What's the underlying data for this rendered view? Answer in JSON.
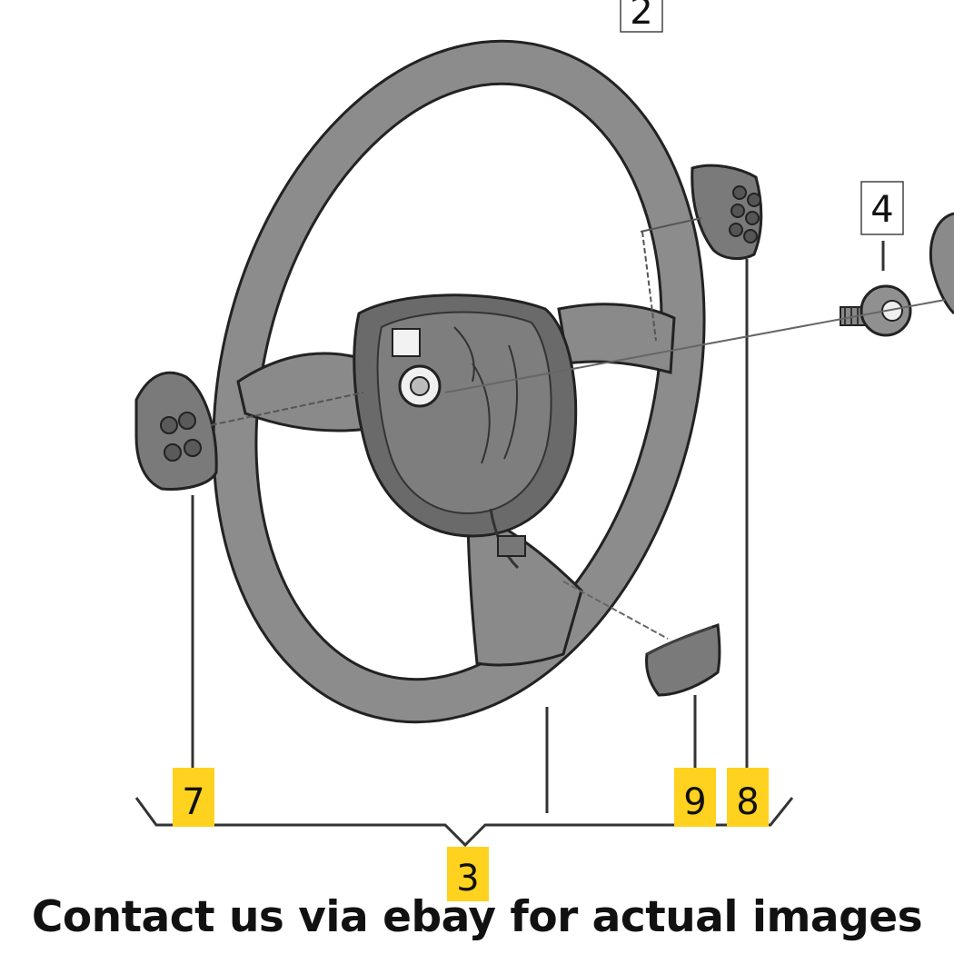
{
  "labels": {
    "p2": "2",
    "p3": "3",
    "p4": "4",
    "p7": "7",
    "p8": "8",
    "p9": "9"
  },
  "caption": "Contact us via ebay for actual images",
  "colors": {
    "highlight": "#ffd21f",
    "part_gray": "#8a8a8a",
    "part_dark": "#555555",
    "line": "#333333"
  },
  "icons": [
    "steering-wheel-icon",
    "button-panel-icon",
    "screw-icon",
    "trim-cover-icon"
  ]
}
